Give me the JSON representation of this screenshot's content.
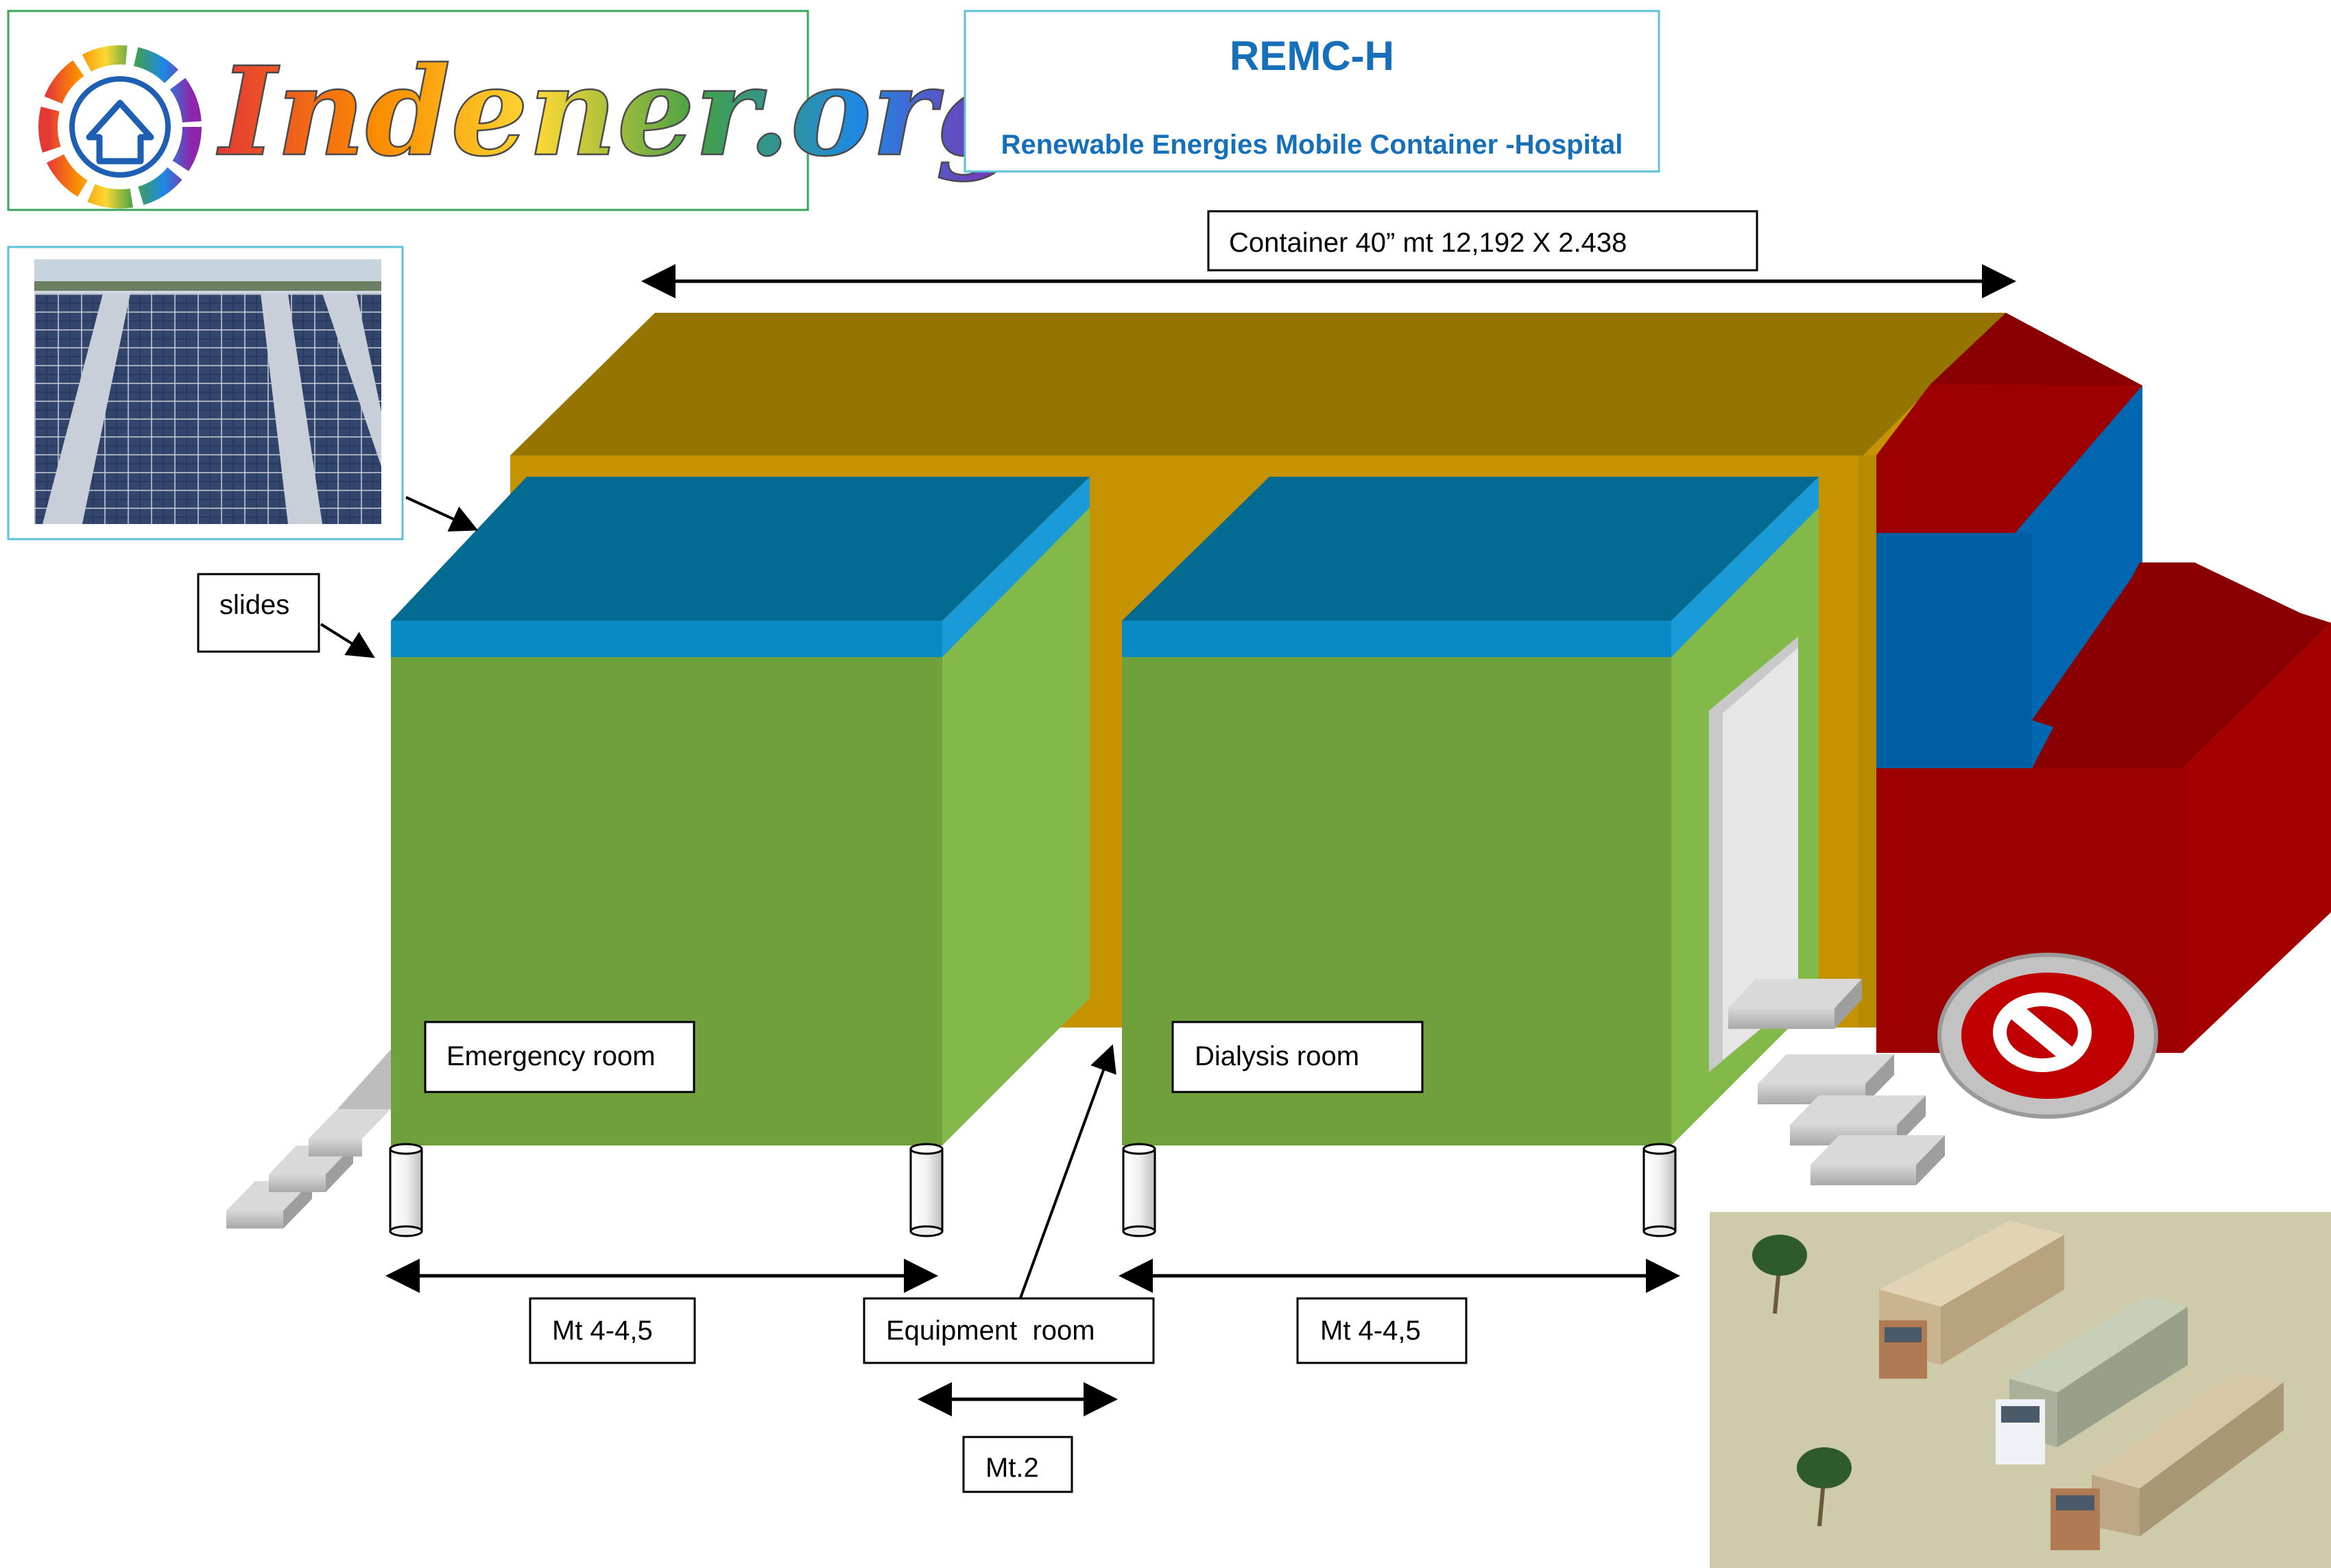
{
  "logo": {
    "text": "Indener.org"
  },
  "title": {
    "main": "REMC-H",
    "subtitle": "Renewable Energies Mobile Container -Hospital"
  },
  "labels": {
    "container": "Container 40” mt 12,192 X 2.438",
    "slides": "slides",
    "emergency_room": "Emergency room",
    "dialysis_room": "Dialysis room",
    "equipment_room": "Equipment  room",
    "dim_left": "Mt 4-4,5",
    "dim_right": "Mt 4-4,5",
    "dim_middle": "Mt.2"
  },
  "icons": {
    "solar_panel_photo": "solar-panel-photo",
    "truck_fleet_photo": "truck-fleet-photo",
    "no_entry_sign": "no-entry-icon",
    "logo_emblem": "house-sun-emblem"
  },
  "colors": {
    "container_top": "#967400",
    "container_face": "#c59300",
    "room_front": "#70a03c",
    "room_side": "#82b948",
    "roof_top": "#036a91",
    "roof_edge": "#0a8ac4",
    "cab_red": "#a50000",
    "cab_dark_red": "#8a0000",
    "cab_blue": "#0066b0",
    "title_blue": "#1670b9"
  }
}
